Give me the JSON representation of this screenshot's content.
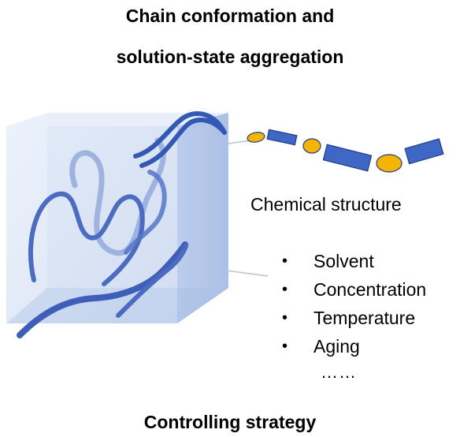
{
  "title": {
    "line1": "Chain conformation and",
    "line2": "solution-state aggregation"
  },
  "chemical_structure_label": "Chemical structure",
  "factors": [
    "Solvent",
    "Concentration",
    "Temperature",
    "Aging"
  ],
  "ellipsis": "……",
  "bottom_label": "Controlling strategy",
  "colors": {
    "cube_face": "#c9d8f0",
    "chain": "#3b5cb0",
    "rect_unit": "#3f68c6",
    "ellipse_unit": "#f5b400"
  }
}
